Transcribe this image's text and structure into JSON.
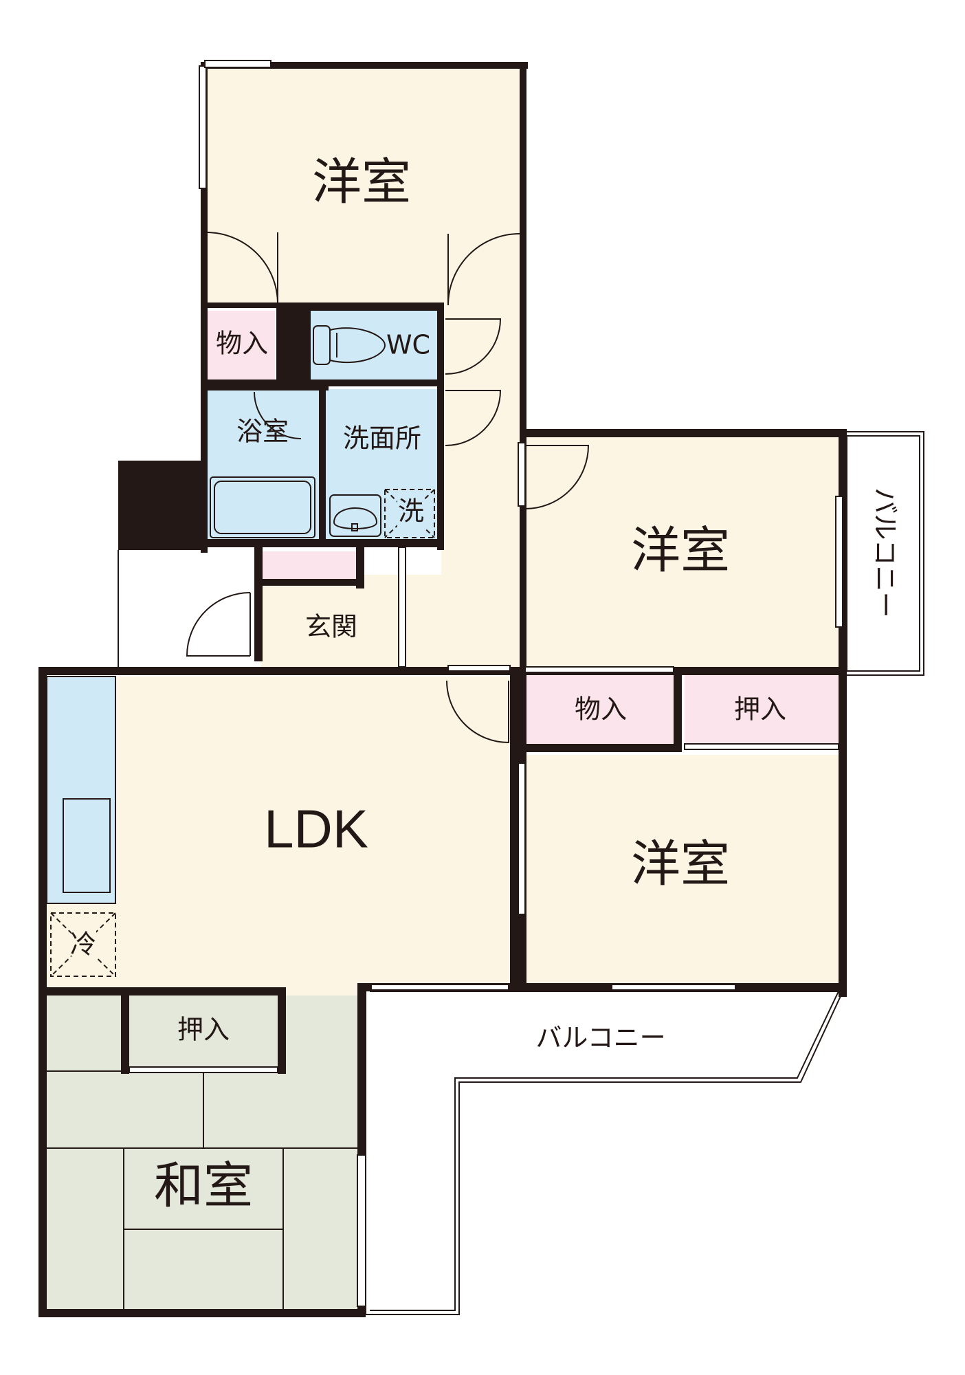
{
  "colors": {
    "room": "#fdf5e4",
    "wet_area": "#cfeaf6",
    "storage": "#fbe4ec",
    "tatami": "#e3e8db",
    "wall": "#231815",
    "balcony": "#ffffff"
  },
  "rooms": {
    "western_top": "洋室",
    "western_mid": "洋室",
    "western_bottom": "洋室",
    "ldk": "LDK",
    "japanese": "和室",
    "storage_top": "物入",
    "wc": "WC",
    "bath": "浴室",
    "washroom": "洗面所",
    "washer": "洗",
    "entrance": "玄関",
    "storage_mid": "物入",
    "closet_mid": "押入",
    "closet_bottom": "押入",
    "fridge": "冷",
    "balcony_side": "バルコニー",
    "balcony_bottom": "バルコニー"
  },
  "icons": [
    "toilet-icon",
    "bathtub-icon",
    "sink-icon",
    "washer-space-icon",
    "fridge-space-icon",
    "kitchen-counter-icon",
    "door-swing-icon",
    "window-icon"
  ]
}
